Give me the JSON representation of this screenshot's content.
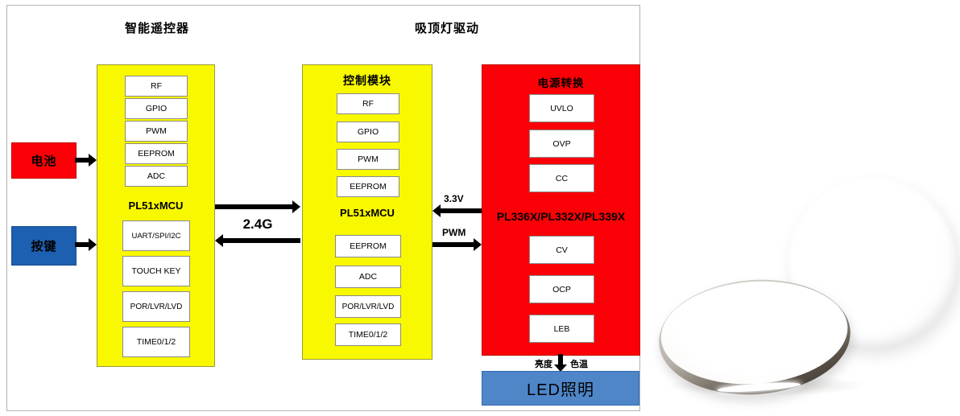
{
  "diagram": {
    "title_left": "智能遥控器",
    "title_right": "吸顶灯驱动"
  },
  "inputs": {
    "battery_label": "电池",
    "keys_label": "按键"
  },
  "remote_mcu": {
    "modules_top": [
      "RF",
      "GPIO",
      "PWM",
      "EEPROM",
      "ADC"
    ],
    "chip_label": "PL51xMCU",
    "modules_bottom": [
      "UART/SPI/I2C",
      "TOUCH KEY",
      "POR/LVR/LVD",
      "TIME0/1/2"
    ]
  },
  "wireless_link": {
    "label": "2.4G"
  },
  "control_module": {
    "title": "控制模块",
    "modules_top": [
      "RF",
      "GPIO",
      "PWM",
      "EEPROM"
    ],
    "chip_label": "PL51xMCU",
    "modules_bottom": [
      "EEPROM",
      "ADC",
      "POR/LVR/LVD",
      "TIME0/1/2"
    ]
  },
  "signals": {
    "supply": "3.3V",
    "pwm": "PWM"
  },
  "power_module": {
    "title": "电源转换",
    "modules_top": [
      "UVLO",
      "OVP",
      "CC"
    ],
    "chip_label": "PL336X/PL332X/PL339X",
    "modules_bottom": [
      "CV",
      "OCP",
      "LEB"
    ]
  },
  "output": {
    "brightness_label": "亮度",
    "color_temp_label": "色温",
    "led_label": "LED照明"
  },
  "colors": {
    "block_yellow": "#f8f800",
    "block_red": "#fb0006",
    "keys_blue": "#1d5fb0",
    "led_blue": "#4e86c8",
    "arrow_black": "#000000"
  }
}
